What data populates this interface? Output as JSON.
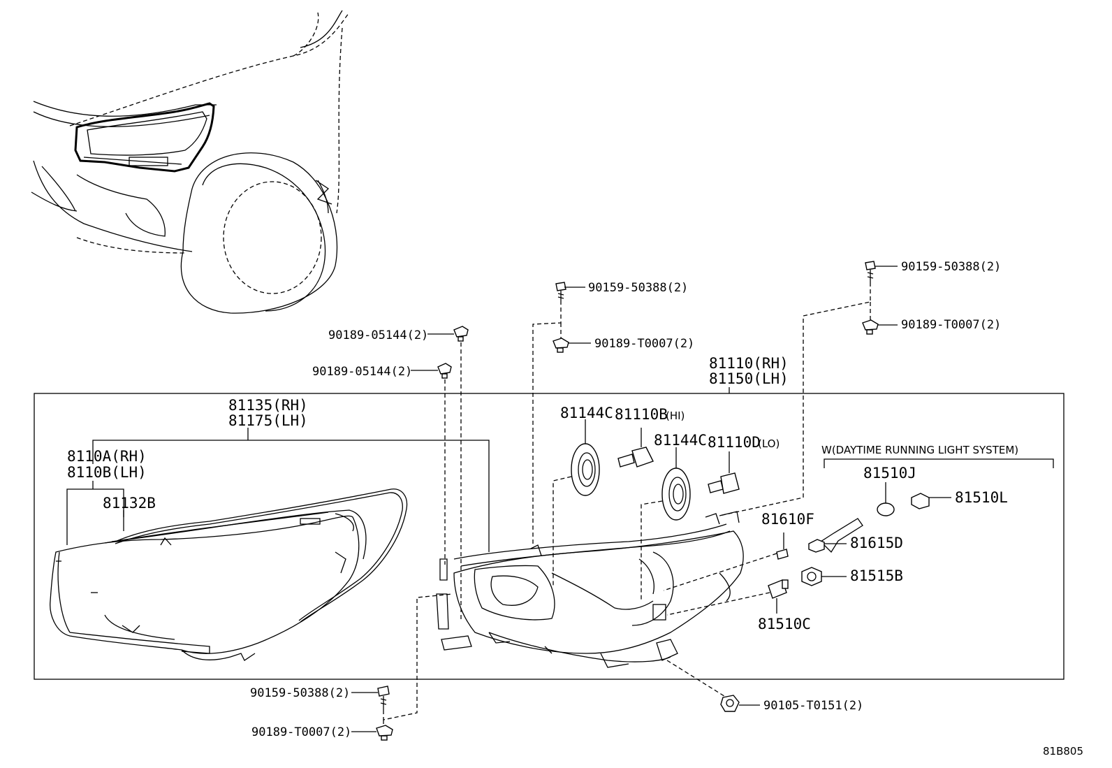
{
  "diagram_id": "81B805",
  "labels": {
    "p_90189_05144_a": "90189-05144(2)",
    "p_90189_05144_b": "90189-05144(2)",
    "p_90159_50388_top": "90159-50388(2)",
    "p_90189_T0007_top": "90189-T0007(2)",
    "p_90159_50388_right": "90159-50388(2)",
    "p_90189_T0007_right": "90189-T0007(2)",
    "p_81110_rh": "81110(RH)",
    "p_81150_lh": "81150(LH)",
    "p_81135_rh": "81135(RH)",
    "p_81175_lh": "81175(LH)",
    "p_8110A_rh": "8110A(RH)",
    "p_8110B_lh": "8110B(LH)",
    "p_81132B": "81132B",
    "p_81144C_a": "81144C",
    "p_81110B": "81110B",
    "p_81110B_hi": "(HI)",
    "p_81144C_b": "81144C",
    "p_81110D": "81110D",
    "p_81110D_lo": "(LO)",
    "drl_system": "W(DAYTIME RUNNING LIGHT SYSTEM)",
    "p_81510J": "81510J",
    "p_81510L": "81510L",
    "p_81610F": "81610F",
    "p_81615D": "81615D",
    "p_81515B": "81515B",
    "p_81510C": "81510C",
    "p_90159_50388_bottom": "90159-50388(2)",
    "p_90189_T0007_bottom": "90189-T0007(2)",
    "p_90105_T0151": "90105-T0151(2)"
  }
}
